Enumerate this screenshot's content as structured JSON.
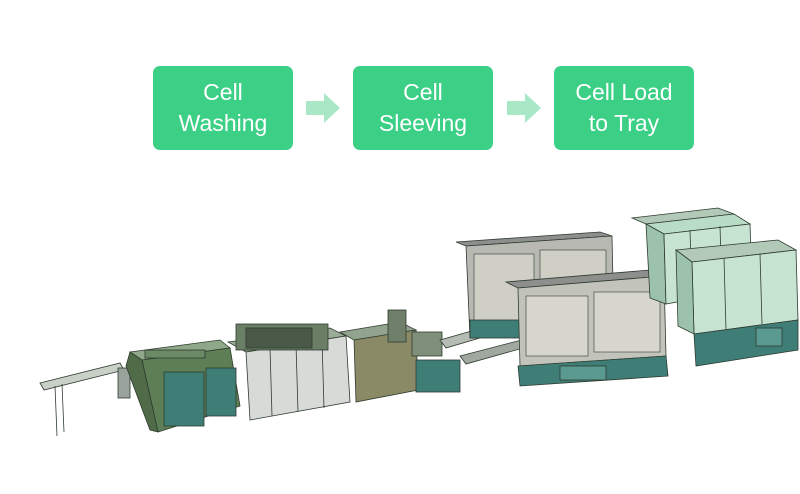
{
  "process": {
    "steps": [
      {
        "label": "Cell\nWashing"
      },
      {
        "label": "Cell\nSleeving"
      },
      {
        "label": "Cell Load\nto Tray"
      }
    ]
  },
  "colors": {
    "step_fill": "#3ccf86",
    "arrow_fill": "#a9e8c6",
    "machine_green": "#5e7f56",
    "machine_teal": "#3f7e76",
    "machine_grey": "#cfd3cf",
    "glass": "#b9dcc7"
  },
  "icons": [
    "right-arrow-icon"
  ]
}
